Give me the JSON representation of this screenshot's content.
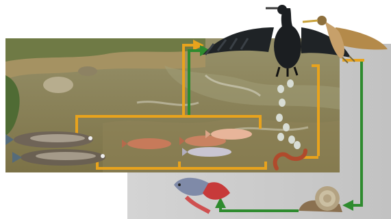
{
  "figure": {
    "kind": "aquatic food-web diagram",
    "colors": {
      "pond_water": "#8a7f55",
      "pond_bank": "#9c8a5a",
      "bottom_panel": "#d9d9d9",
      "arrow_green": "#2e8b2e",
      "arrow_orange": "#e8a31d",
      "egg": "#d8ddd5"
    },
    "organisms": [
      {
        "id": "cormorant",
        "icon": "cormorant-icon"
      },
      {
        "id": "heron",
        "icon": "heron-icon"
      },
      {
        "id": "snakehead-fish",
        "icon": "snakehead-fish-icon"
      },
      {
        "id": "small-fish",
        "icon": "small-fish-icon"
      },
      {
        "id": "fish-eggs",
        "icon": "egg-icon"
      },
      {
        "id": "worm",
        "icon": "worm-icon"
      },
      {
        "id": "betta-fish",
        "icon": "betta-fish-icon"
      },
      {
        "id": "snail",
        "icon": "snail-icon"
      }
    ]
  }
}
